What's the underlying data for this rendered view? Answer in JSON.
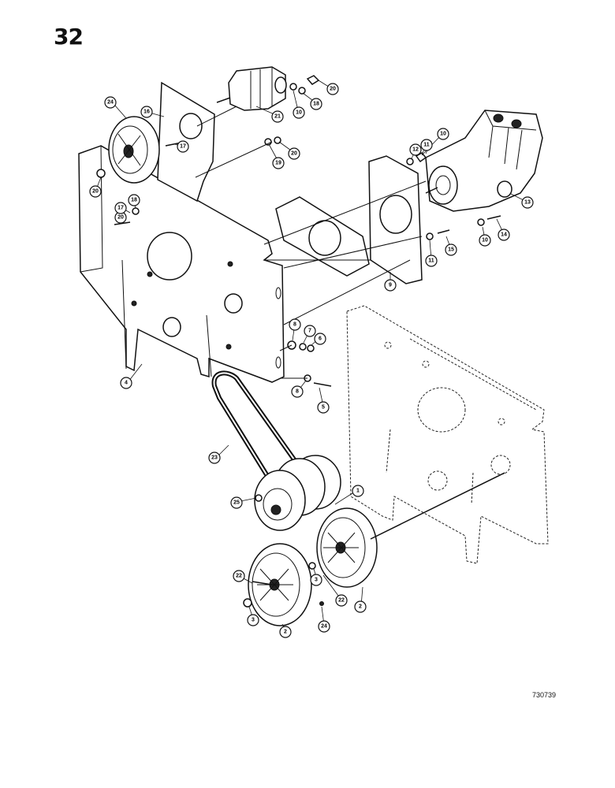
{
  "page": {
    "page_number": "32",
    "drawing_code": "730739"
  },
  "callouts": [
    {
      "id": "c24a",
      "label": "24"
    },
    {
      "id": "c16",
      "label": "16"
    },
    {
      "id": "c17a",
      "label": "17"
    },
    {
      "id": "c20a",
      "label": "20"
    },
    {
      "id": "c21",
      "label": "21"
    },
    {
      "id": "c10a",
      "label": "10"
    },
    {
      "id": "c18a",
      "label": "18"
    },
    {
      "id": "c20b",
      "label": "20"
    },
    {
      "id": "c19a",
      "label": "19"
    },
    {
      "id": "c20c",
      "label": "20"
    },
    {
      "id": "c20d",
      "label": "20"
    },
    {
      "id": "c17b",
      "label": "17"
    },
    {
      "id": "c18b",
      "label": "18"
    },
    {
      "id": "c10b",
      "label": "10"
    },
    {
      "id": "c12",
      "label": "12"
    },
    {
      "id": "c11a",
      "label": "11"
    },
    {
      "id": "c13",
      "label": "13"
    },
    {
      "id": "c14",
      "label": "14"
    },
    {
      "id": "c15",
      "label": "15"
    },
    {
      "id": "c10c",
      "label": "10"
    },
    {
      "id": "c11b",
      "label": "11"
    },
    {
      "id": "c9",
      "label": "9"
    },
    {
      "id": "c8a",
      "label": "8"
    },
    {
      "id": "c7",
      "label": "7"
    },
    {
      "id": "c6",
      "label": "6"
    },
    {
      "id": "c8b",
      "label": "8"
    },
    {
      "id": "c5",
      "label": "5"
    },
    {
      "id": "c4",
      "label": "4"
    },
    {
      "id": "c23",
      "label": "23"
    },
    {
      "id": "c1",
      "label": "1"
    },
    {
      "id": "c25",
      "label": "25"
    },
    {
      "id": "c22a",
      "label": "22"
    },
    {
      "id": "c3a",
      "label": "3"
    },
    {
      "id": "c22b",
      "label": "22"
    },
    {
      "id": "c3b",
      "label": "3"
    },
    {
      "id": "c2a",
      "label": "2"
    },
    {
      "id": "c2b",
      "label": "2"
    },
    {
      "id": "c24b",
      "label": "24"
    }
  ]
}
